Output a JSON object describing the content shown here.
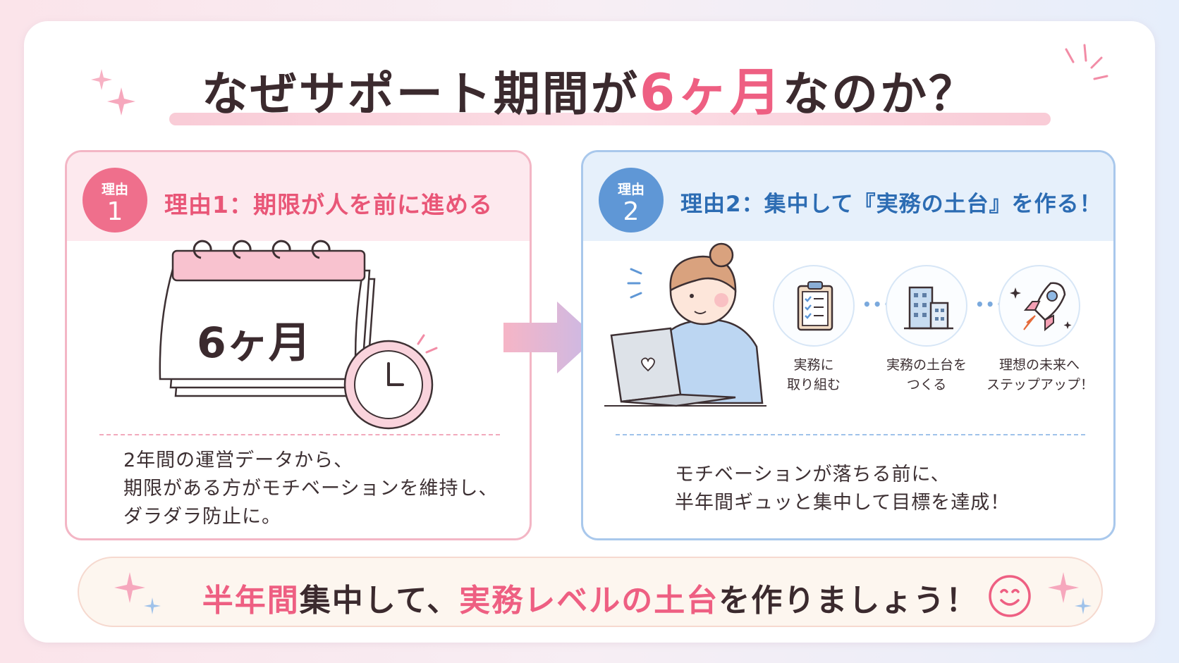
{
  "title": {
    "part1": "なぜサポート期間が",
    "accent": "6ヶ月",
    "part2": "なのか？"
  },
  "reason1": {
    "badge_label": "理由",
    "badge_number": "1",
    "heading": "理由1：期限が人を前に進める",
    "calendar_text": "6ヶ月",
    "description": [
      "2年間の運営データから、",
      "期限がある方がモチベーションを維持し、",
      "ダラダラ防止に。"
    ]
  },
  "reason2": {
    "badge_label": "理由",
    "badge_number": "2",
    "heading": "理由2：集中して『実務の土台』を作る！",
    "steps": [
      {
        "icon": "checklist-icon",
        "line1": "実務に",
        "line2": "取り組む"
      },
      {
        "icon": "building-icon",
        "line1": "実務の土台を",
        "line2": "つくる"
      },
      {
        "icon": "rocket-icon",
        "line1": "理想の未来へ",
        "line2": "ステップアップ！"
      }
    ],
    "description": [
      "モチベーションが落ちる前に、",
      "半年間ギュッと集中して目標を達成！"
    ]
  },
  "bottom": {
    "hl1": "半年間",
    "t1": "集中して、",
    "hl2": "実務レベルの土台",
    "t2": "を作りましょう！"
  },
  "colors": {
    "pink_accent": "#ee5f82",
    "blue_accent": "#2c6cb3",
    "text": "#3b2a2e"
  }
}
